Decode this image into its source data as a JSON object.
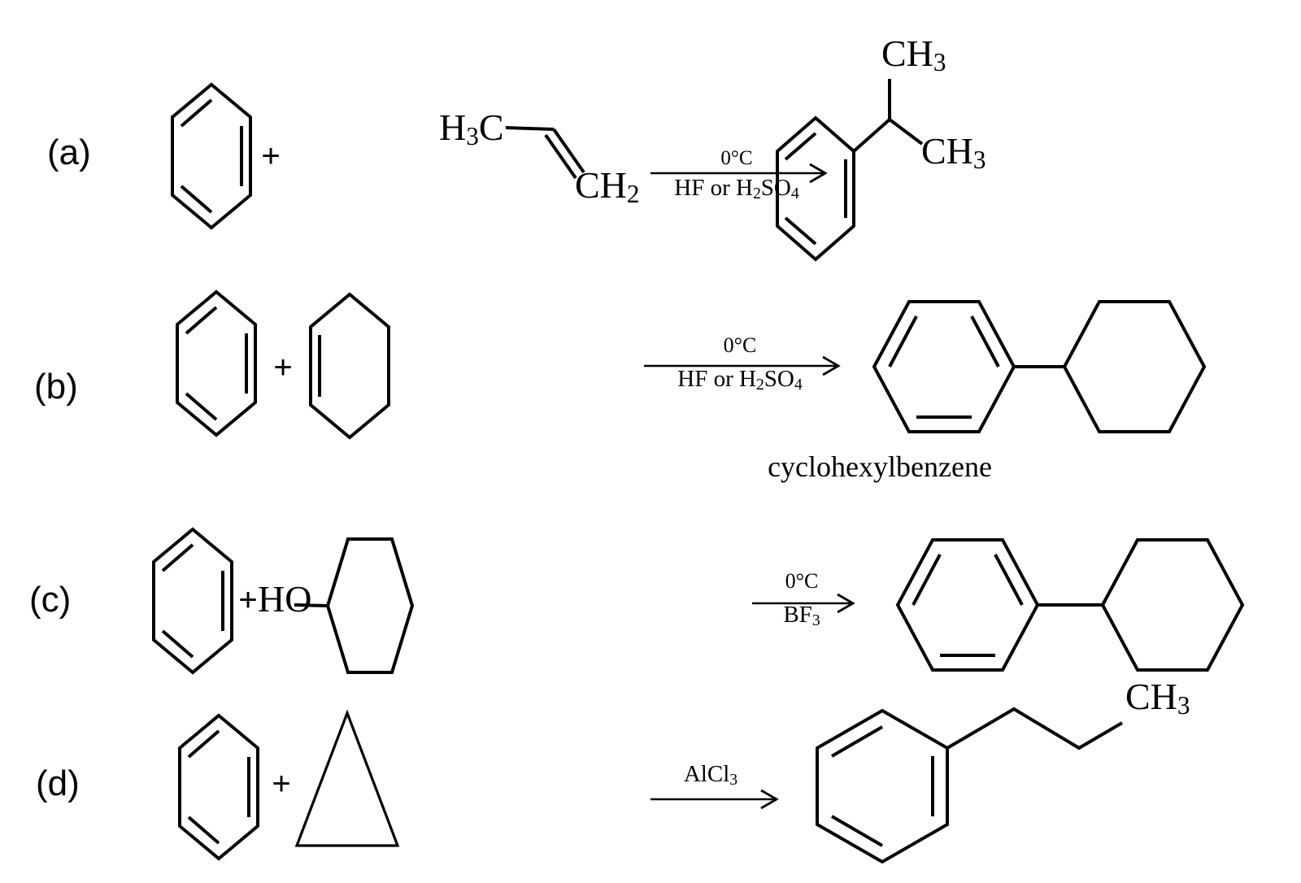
{
  "background": "#ffffff",
  "ink": "#000000",
  "rows": {
    "a": {
      "label": "(a)",
      "plus": "+",
      "alkene": {
        "h3c": {
          "h": "H",
          "three": "3",
          "c": "C"
        },
        "ch2": {
          "ch": "CH",
          "two": "2"
        }
      },
      "arrow": {
        "top": "0°C",
        "bottom": {
          "hf": "HF or H",
          "two": "2",
          "so": "SO",
          "four": "4"
        }
      },
      "product": {
        "ch3_top": {
          "ch": "CH",
          "three": "3"
        },
        "ch3_right": {
          "ch": "CH",
          "three": "3"
        }
      }
    },
    "b": {
      "label": "(b)",
      "plus": "+",
      "arrow": {
        "top": "0°C",
        "bottom": {
          "hf": "HF or H",
          "two": "2",
          "so": "SO",
          "four": "4"
        }
      },
      "product_name": "cyclohexylbenzene"
    },
    "c": {
      "label": "(c)",
      "plus": "+",
      "ho": "HO",
      "arrow": {
        "top": "0°C",
        "bottom": {
          "bf": "BF",
          "three": "3"
        }
      }
    },
    "d": {
      "label": "(d)",
      "plus": "+",
      "arrow": {
        "top": {
          "alcl": "AlCl",
          "three": "3"
        }
      },
      "product": {
        "ch3": {
          "ch": "CH",
          "three": "3"
        }
      }
    }
  }
}
